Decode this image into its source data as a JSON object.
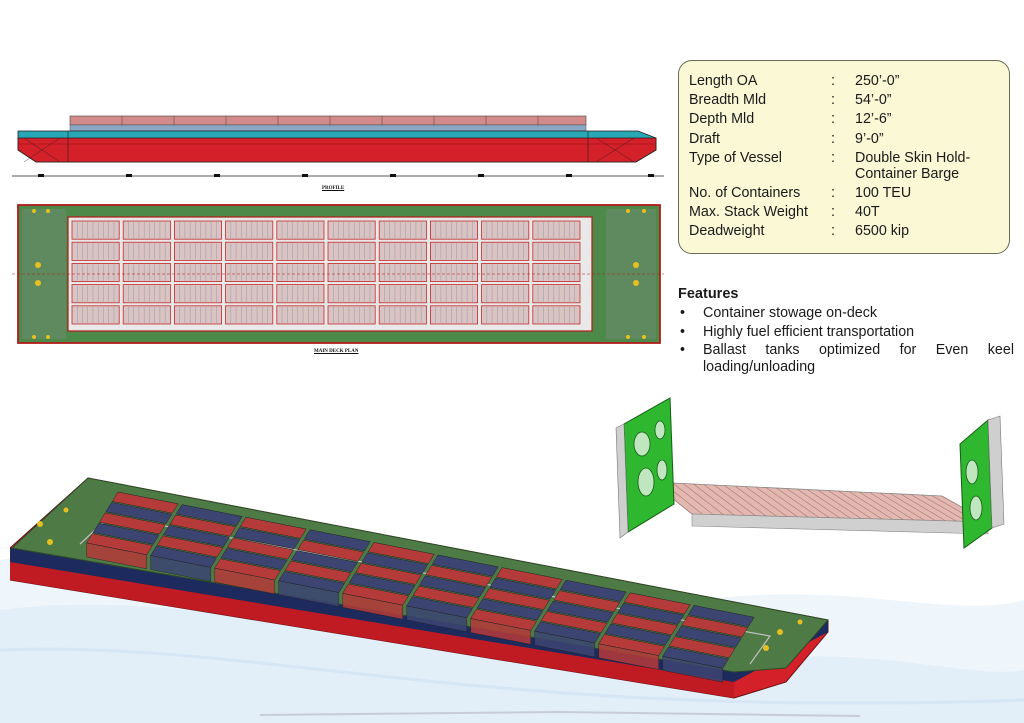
{
  "specs": [
    {
      "label": "Length OA",
      "value": "250’-0”"
    },
    {
      "label": "Breadth Mld",
      "value": "54’-0”"
    },
    {
      "label": "Depth Mld",
      "value": "12’-6”"
    },
    {
      "label": "Draft",
      "value": "9’-0”"
    },
    {
      "label": "Type of Vessel",
      "value": "Double Skin Hold-Container Barge"
    },
    {
      "label": "No. of Containers",
      "value": "100 TEU"
    },
    {
      "label": "Max. Stack Weight",
      "value": "40T"
    },
    {
      "label": "Deadweight",
      "value": "6500 kip"
    }
  ],
  "separator": ":",
  "features": {
    "title": "Features",
    "items": [
      "Container stowage on-deck",
      "Highly fuel efficient transportation",
      "Ballast tanks optimized for Even keel loading/unloading"
    ]
  },
  "drawings": {
    "profile_label": "PROFILE",
    "plan_label": "MAIN DECK PLAN"
  },
  "colors": {
    "hull_red": "#d42028",
    "deck_green": "#4d7a45",
    "container_red": "#b53a3a",
    "container_blue": "#3c4472",
    "frame_green": "#2fb82f"
  }
}
